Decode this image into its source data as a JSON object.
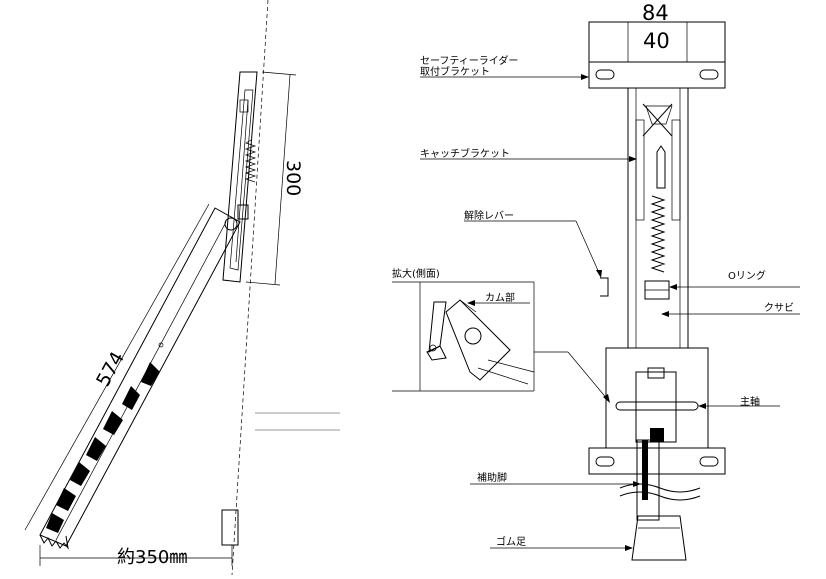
{
  "left_view": {
    "dim_top": "300",
    "dim_length": "574",
    "dim_base": "約350㎜"
  },
  "right_view": {
    "dim_width_outer": "84",
    "dim_width_inner": "40",
    "callouts": {
      "bracket_line1": "セーフティーライダー",
      "bracket_line2": "取付ブラケット",
      "catch_bracket": "キャッチブラケット",
      "release_lever": "解除レバー",
      "o_ring": "Oリング",
      "wedge": "クサビ",
      "main_shaft": "主軸",
      "aux_leg": "補助脚",
      "rubber_foot": "ゴム足"
    },
    "detail": {
      "title": "拡大(側面)",
      "cam": "カム部"
    }
  }
}
